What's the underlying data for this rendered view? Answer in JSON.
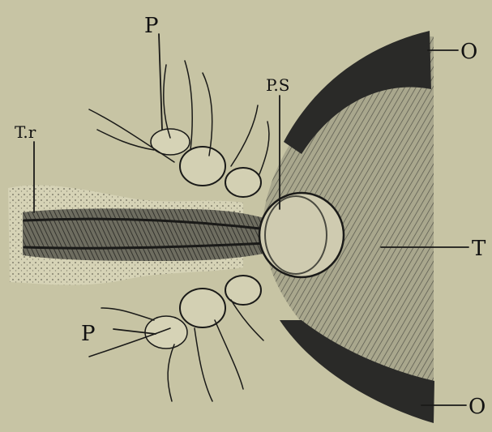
{
  "figure": {
    "labels": {
      "p_top": "P",
      "ps": "P.S",
      "tr": "T.r",
      "o_top": "O",
      "t_right": "T",
      "p_bottom": "P",
      "o_bottom": "O"
    },
    "colors": {
      "paper": "#c7c4a4",
      "ink": "#1a1a18",
      "shade": "#2a2a28"
    }
  }
}
